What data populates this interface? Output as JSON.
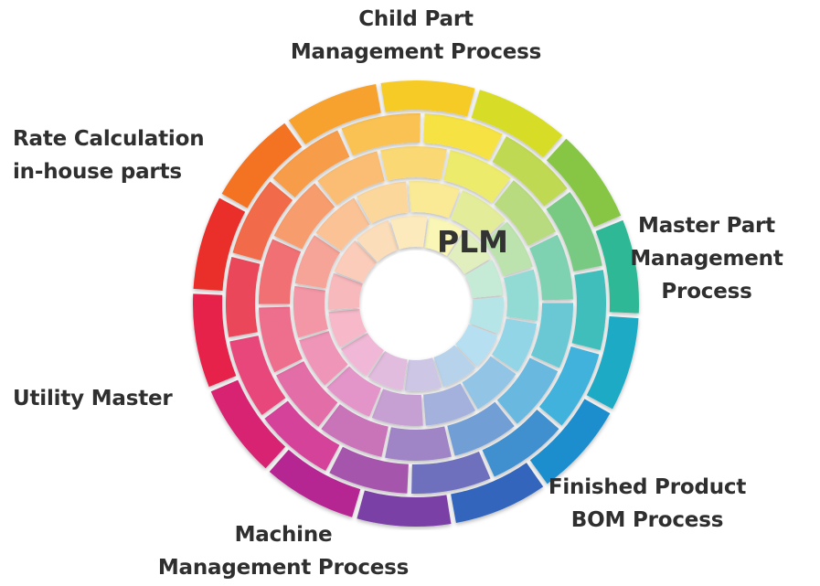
{
  "center_label": "PLM",
  "labels": {
    "child_part": [
      "Child Part",
      "Management Process"
    ],
    "master_part": [
      "Master Part",
      "Management",
      "Process"
    ],
    "finished_product": [
      "Finished Product",
      "BOM Process"
    ],
    "machine": [
      "Machine",
      "Management Process"
    ],
    "utility": [
      "Utility Master"
    ],
    "rate_calc": [
      "Rate Calculation",
      "in-house parts"
    ]
  },
  "wheel": {
    "rings": 5,
    "segments_per_ring": 14,
    "palette": [
      "#f3e51b",
      "#8dc63f",
      "#1cb5a6",
      "#1aa3d6",
      "#1e6fc1",
      "#7b3fa5",
      "#c81f8c",
      "#e5245d",
      "#e8242b",
      "#f47b20",
      "#f9b233"
    ]
  }
}
